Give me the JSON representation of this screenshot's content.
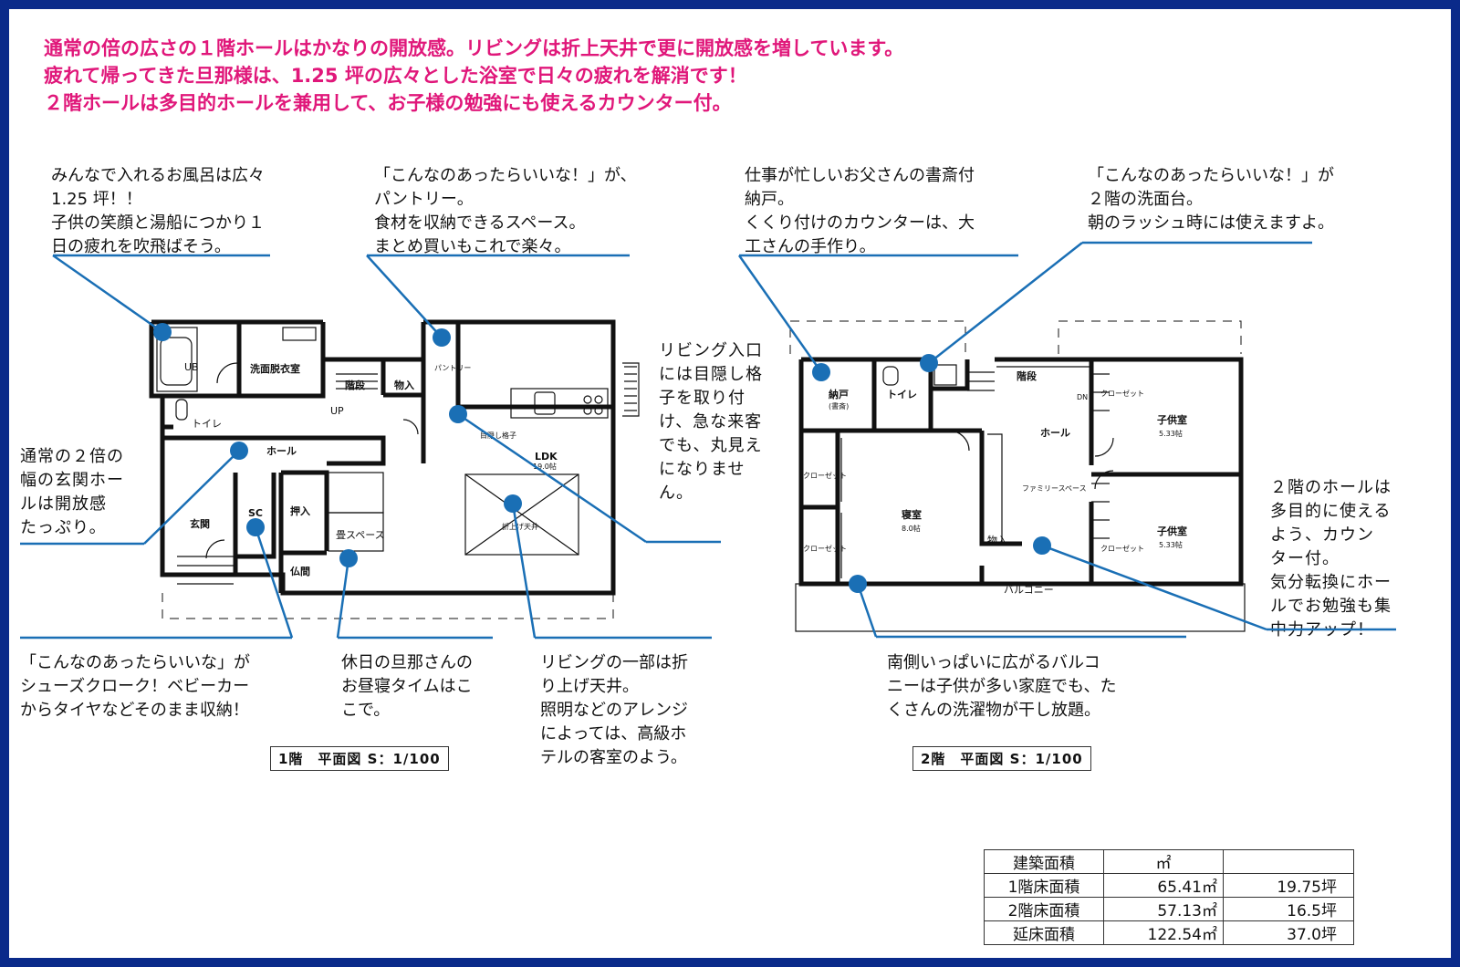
{
  "headline": [
    "通常の倍の広さの１階ホールはかなりの開放感。リビングは折上天井で更に開放感を増しています。",
    "疲れて帰ってきた旦那様は、1.25 坪の広々とした浴室で日々の疲れを解消です！",
    "２階ホールは多目的ホールを兼用して、お子様の勉強にも使えるカウンター付。"
  ],
  "notes": {
    "bath": "みんなで入れるお風呂は広々\n1.25 坪！！\n子供の笑顔と湯船につかり１\n日の疲れを吹飛ばそう。",
    "pantry": "「こんなのあったらいいな！」が、\nパントリー。\n食材を収納できるスペース。\nまとめ買いもこれで楽々。",
    "study": "仕事が忙しいお父さんの書斎付\n納戸。\nくくり付けのカウンターは、大\n工さんの手作り。",
    "washbasin": "「こんなのあったらいいな！」が\n２階の洗面台。\n朝のラッシュ時には使えますよ。",
    "living_entry": "リビング入口\nには目隠し格\n子を取り付\nけ、急な来客\nでも、丸見え\nになりませ\nん。",
    "genkan": "通常の２倍の\n幅の玄関ホー\nルは開放感\nたっぷり。",
    "hall2": "２階のホールは\n多目的に使える\nよう、カウン\nター付。\n気分転換にホー\nルでお勉強も集\n中力アップ！",
    "shoes": "「こんなのあったらいいな」が\nシューズクローク！ベビーカー\nからタイヤなどそのまま収納！",
    "tatami": "休日の旦那さんの\nお昼寝タイムはこ\nこで。",
    "ceiling": "リビングの一部は折\nり上げ天井。\n照明などのアレンジ\nによっては、高級ホ\nテルの客室のよう。",
    "balcony": "南側いっぱいに広がるバルコ\nニーは子供が多い家庭でも、た\nくさんの洗濯物が干し放題。"
  },
  "floor1": {
    "rooms": {
      "ub": "UB",
      "senmen": "洗面脱衣室",
      "kaidan": "階段",
      "monoire": "物入",
      "pantry": "パントリー",
      "toilet": "トイレ",
      "up": "UP",
      "hall": "ホール",
      "ldk": "LDK",
      "ldk_size": "19.0帖",
      "mekakushi": "目隠し格子",
      "genkan": "玄関",
      "sc": "SC",
      "oshiire": "押入",
      "tatami": "畳スペース",
      "butsuma": "仏間",
      "oriage": "折上げ天井"
    },
    "scale": "1階　平面図 S：1/100"
  },
  "floor2": {
    "rooms": {
      "nando": "納戸",
      "shosai": "(書斎)",
      "toilet": "トイレ",
      "kaidan": "階段",
      "dn": "DN",
      "closet": "クローゼット",
      "kodomo": "子供室",
      "kodomo_size": "5.33帖",
      "hall": "ホール",
      "family": "ファミリースペース",
      "shinshitsu": "寝室",
      "shinshitsu_size": "8.0帖",
      "monoire": "物入",
      "balcony": "バルコニー"
    },
    "scale": "2階　平面図 S：1/100"
  },
  "area_table": {
    "header": [
      "建築面積",
      "㎡",
      ""
    ],
    "rows": [
      [
        "1階床面積",
        "65.41㎡",
        "19.75坪"
      ],
      [
        "2階床面積",
        "57.13㎡",
        "16.5坪"
      ],
      [
        "延床面積",
        "122.54㎡",
        "37.0坪"
      ]
    ]
  },
  "colors": {
    "frame": "#0a2a8a",
    "headline": "#e0177a",
    "callout": "#1a6fb5"
  }
}
